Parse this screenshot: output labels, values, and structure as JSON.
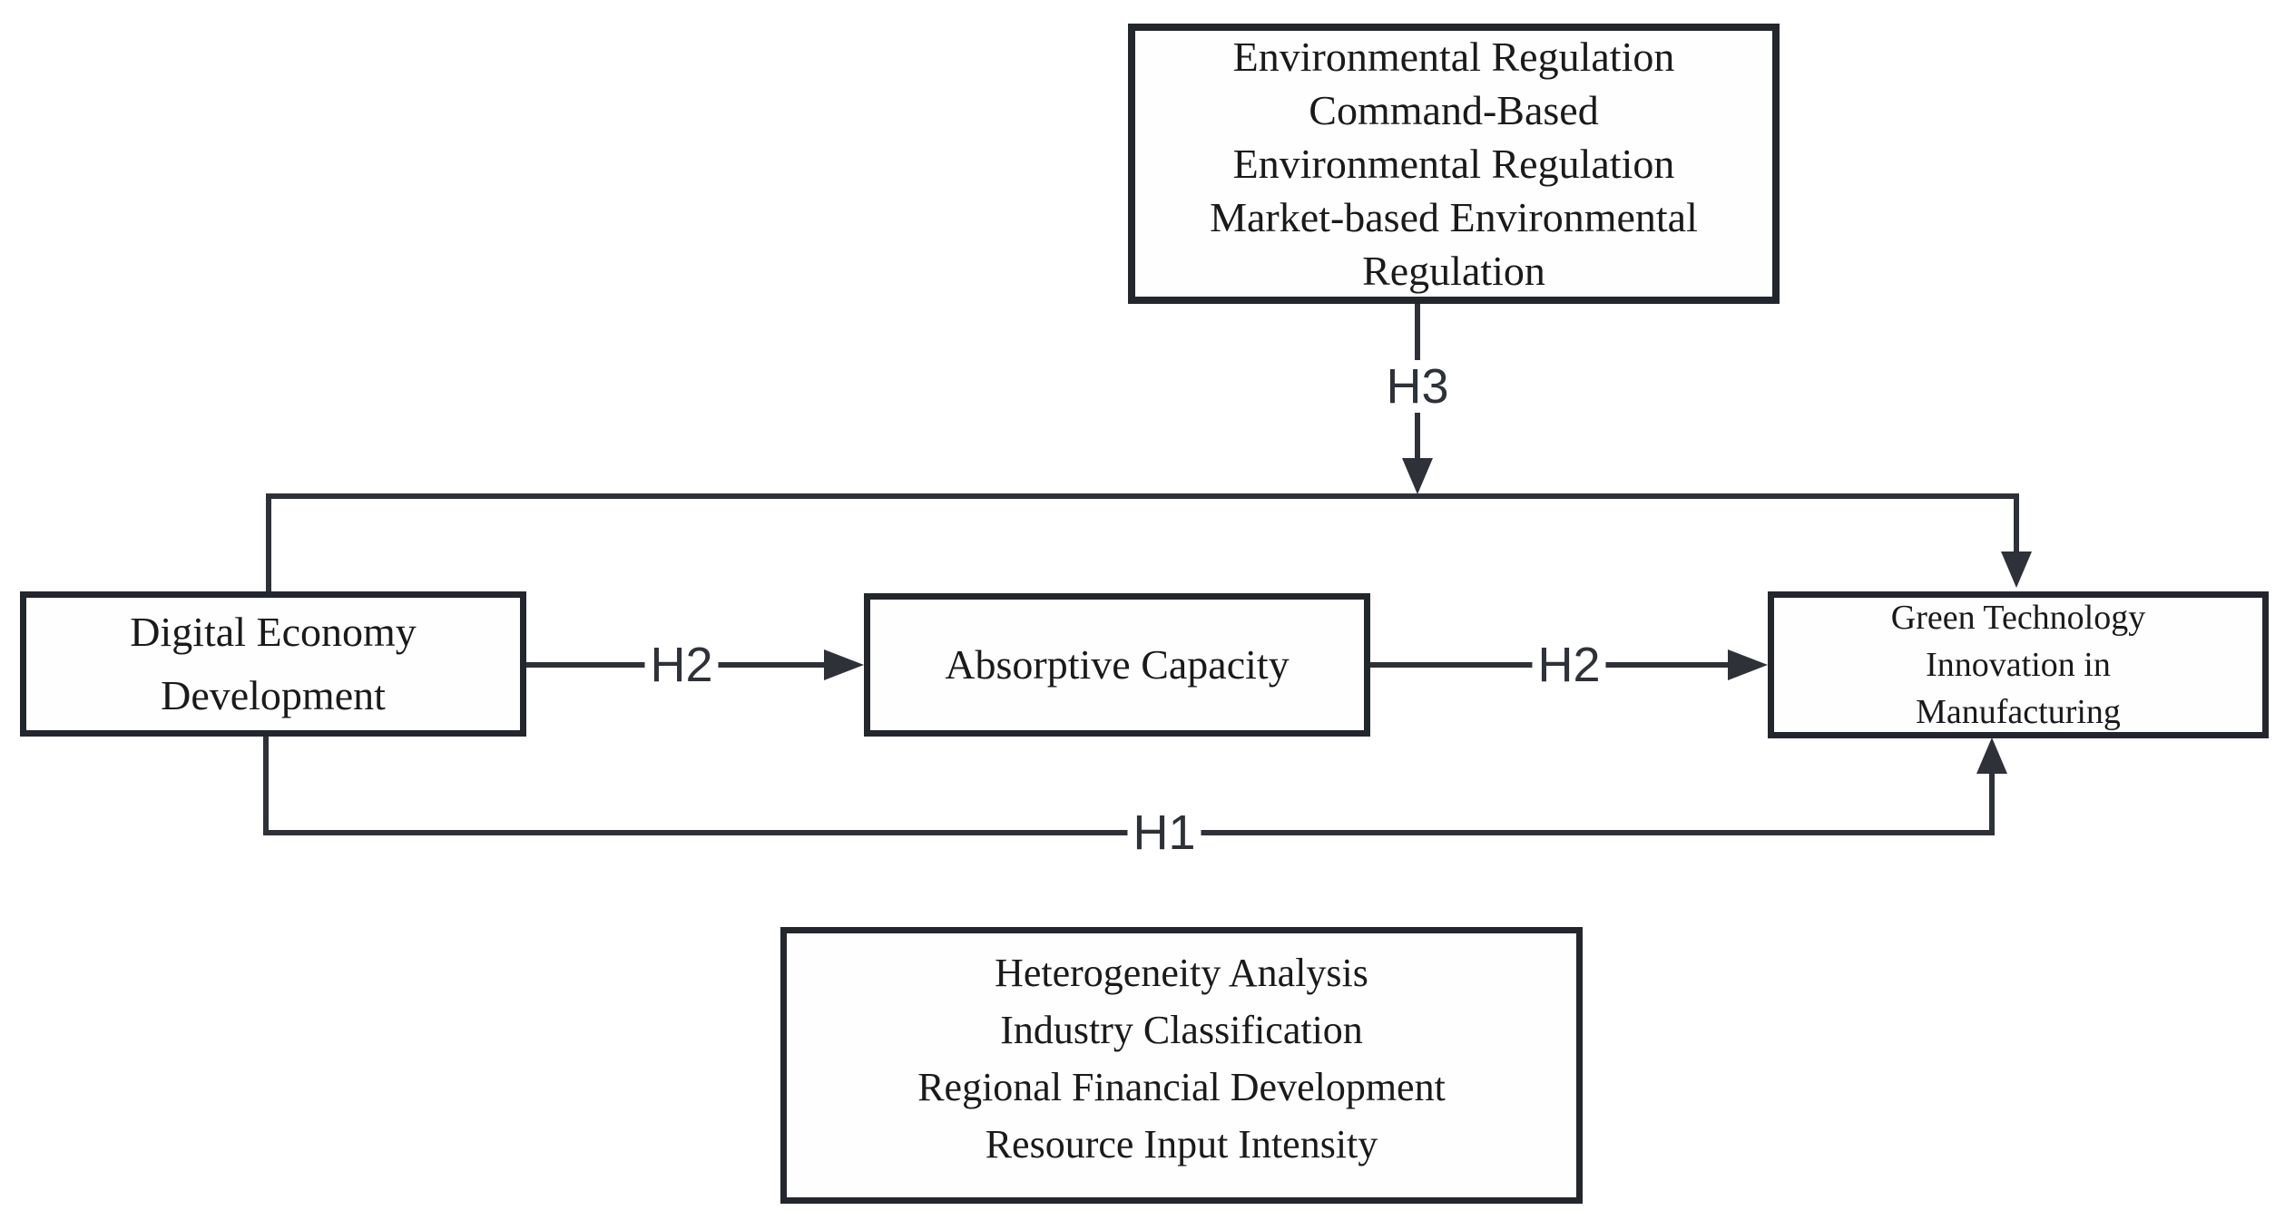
{
  "diagram": {
    "colors": {
      "line": "#2e3138",
      "box_border": "#23262d",
      "text": "#1a1a1a",
      "background": "#ffffff"
    },
    "boxes": {
      "environmental_regulation": {
        "lines": [
          "Environmental Regulation",
          "Command-Based",
          "Environmental Regulation",
          "Market-based Environmental",
          "Regulation"
        ]
      },
      "digital_economy": {
        "lines": [
          "Digital Economy",
          "Development"
        ]
      },
      "absorptive_capacity": {
        "lines": [
          "Absorptive Capacity"
        ]
      },
      "green_technology": {
        "lines": [
          "Green Technology",
          "Innovation in",
          "Manufacturing"
        ]
      },
      "heterogeneity": {
        "lines": [
          "Heterogeneity Analysis",
          "Industry Classification",
          "Regional Financial Development",
          "Resource Input Intensity"
        ]
      }
    },
    "edges": {
      "h1": {
        "label": "H1",
        "from": "digital_economy",
        "to": "green_technology"
      },
      "h2a": {
        "label": "H2",
        "from": "digital_economy",
        "to": "absorptive_capacity"
      },
      "h2b": {
        "label": "H2",
        "from": "absorptive_capacity",
        "to": "green_technology"
      },
      "h3": {
        "label": "H3",
        "from": "environmental_regulation",
        "to": "digital_to_green_path"
      }
    }
  }
}
